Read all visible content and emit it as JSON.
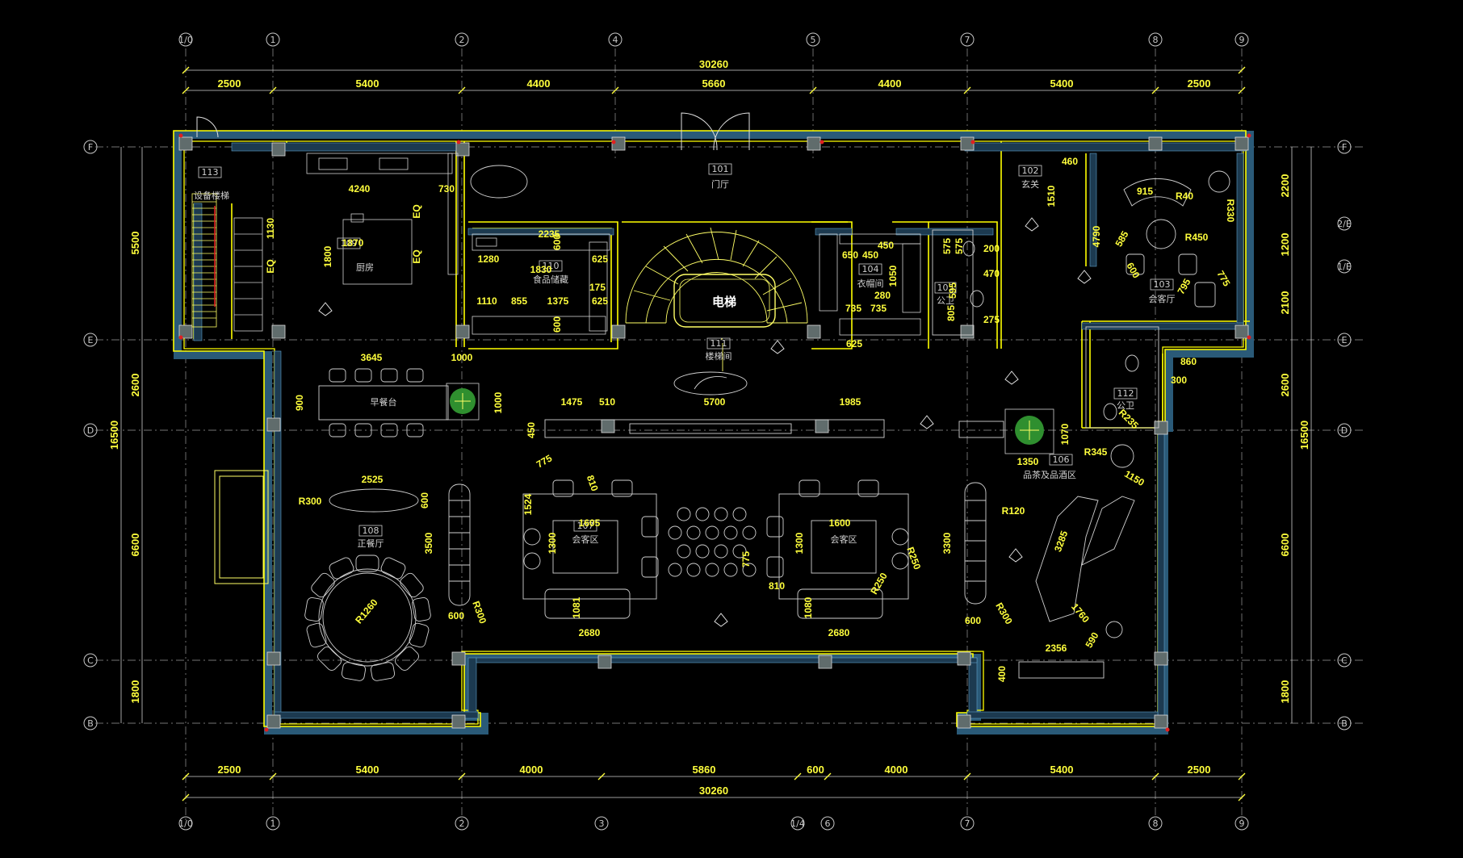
{
  "colors": {
    "background": "#000000",
    "dimension": "#ffff3c",
    "wall": "#ffff00",
    "wall_fill": "#1c3a50",
    "axis": "#c8c8c8",
    "column": "#607070",
    "tree": "#2f8f2f"
  },
  "axes": {
    "top": [
      "1/0",
      "1",
      "2",
      "4",
      "5",
      "7",
      "8",
      "9"
    ],
    "bottom": [
      "1/0",
      "1",
      "2",
      "3",
      "1/4",
      "6",
      "7",
      "8",
      "9"
    ],
    "left": [
      "F",
      "E",
      "D",
      "C",
      "B"
    ],
    "right": [
      "F",
      "2/E",
      "1/E",
      "E",
      "D",
      "C",
      "B"
    ]
  },
  "dimensions": {
    "top_total": "30260",
    "top_segments": [
      "2500",
      "5400",
      "4400",
      "5660",
      "4400",
      "5400",
      "2500"
    ],
    "bottom_total": "30260",
    "bottom_segments": [
      "2500",
      "5400",
      "4000",
      "5860",
      "600",
      "4000",
      "5400",
      "2500"
    ],
    "left_total": "16500",
    "left_segments": [
      "5500",
      "2600",
      "6600",
      "1800"
    ],
    "right_total": "16500",
    "right_segments": [
      "2200",
      "1200",
      "2100",
      "2600",
      "6600",
      "1800"
    ]
  },
  "rooms": [
    {
      "num": "101",
      "name": "门厅"
    },
    {
      "num": "102",
      "name": "玄关"
    },
    {
      "num": "103",
      "name": "会客厅"
    },
    {
      "num": "104",
      "name": "衣帽间"
    },
    {
      "num": "105",
      "name": "公卫"
    },
    {
      "num": "106",
      "name": "品茶及品酒区"
    },
    {
      "num": "107",
      "name": "会客区"
    },
    {
      "num": "108",
      "name": "正餐厅"
    },
    {
      "num": "109",
      "name": "厨房"
    },
    {
      "num": "110",
      "name": "食品储藏"
    },
    {
      "num": "111",
      "name": "楼梯间"
    },
    {
      "num": "112",
      "name": "公卫"
    },
    {
      "num": "113",
      "name": "设备楼梯"
    }
  ],
  "labels": {
    "elevator": "电梯",
    "breakfast_table": "早餐台",
    "lounge_area": "会客区"
  },
  "inner_dims": {
    "kitchen": [
      "4240",
      "730",
      "1870",
      "1800",
      "1130",
      "EQ",
      "EQ",
      "EQ"
    ],
    "pantry": [
      "1280",
      "2235",
      "600",
      "625",
      "1830",
      "175",
      "1110",
      "855",
      "1375",
      "625",
      "600"
    ],
    "wardrobe": [
      "650",
      "450",
      "450",
      "1050",
      "280",
      "735",
      "735",
      "625"
    ],
    "wc": [
      "575",
      "575",
      "200",
      "470",
      "595",
      "805",
      "275"
    ],
    "foyer": [
      "460",
      "1510",
      "4790"
    ],
    "reception": [
      "915",
      "R450",
      "R330",
      "585",
      "600",
      "795",
      "775",
      "R40"
    ],
    "wc2": [
      "860",
      "300",
      "R235"
    ],
    "breakfast": [
      "3645",
      "1000",
      "900",
      "1000"
    ],
    "dining": [
      "2525",
      "R300",
      "600",
      "3500",
      "R1260",
      "600",
      "R300"
    ],
    "lounge": [
      "1475",
      "510",
      "5700",
      "1985",
      "450",
      "775",
      "810",
      "1524",
      "1605",
      "1300",
      "1081",
      "2680",
      "775",
      "1600",
      "1300",
      "810",
      "1080",
      "2680",
      "R250",
      "R250"
    ],
    "tea": [
      "1350",
      "1070",
      "R345",
      "1150",
      "R120",
      "3285",
      "3300",
      "1760",
      "R300",
      "600",
      "590",
      "2356",
      "400"
    ]
  }
}
